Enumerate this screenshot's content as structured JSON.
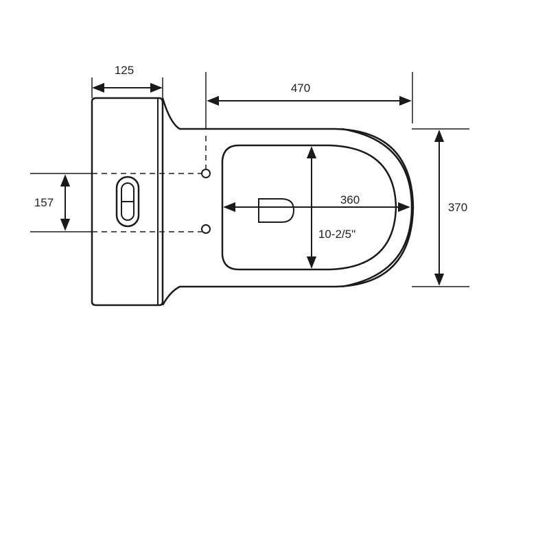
{
  "drawing": {
    "subject": "toilet top view",
    "colors": {
      "line": "#1a1a1a",
      "background": "#ffffff",
      "text": "#222222"
    }
  },
  "dimensions": {
    "tank_depth": "125",
    "inlet_spacing": "157",
    "overall_length": "470",
    "bowl_length": "360",
    "overall_width": "370",
    "bowl_width": "10-2/5\""
  }
}
